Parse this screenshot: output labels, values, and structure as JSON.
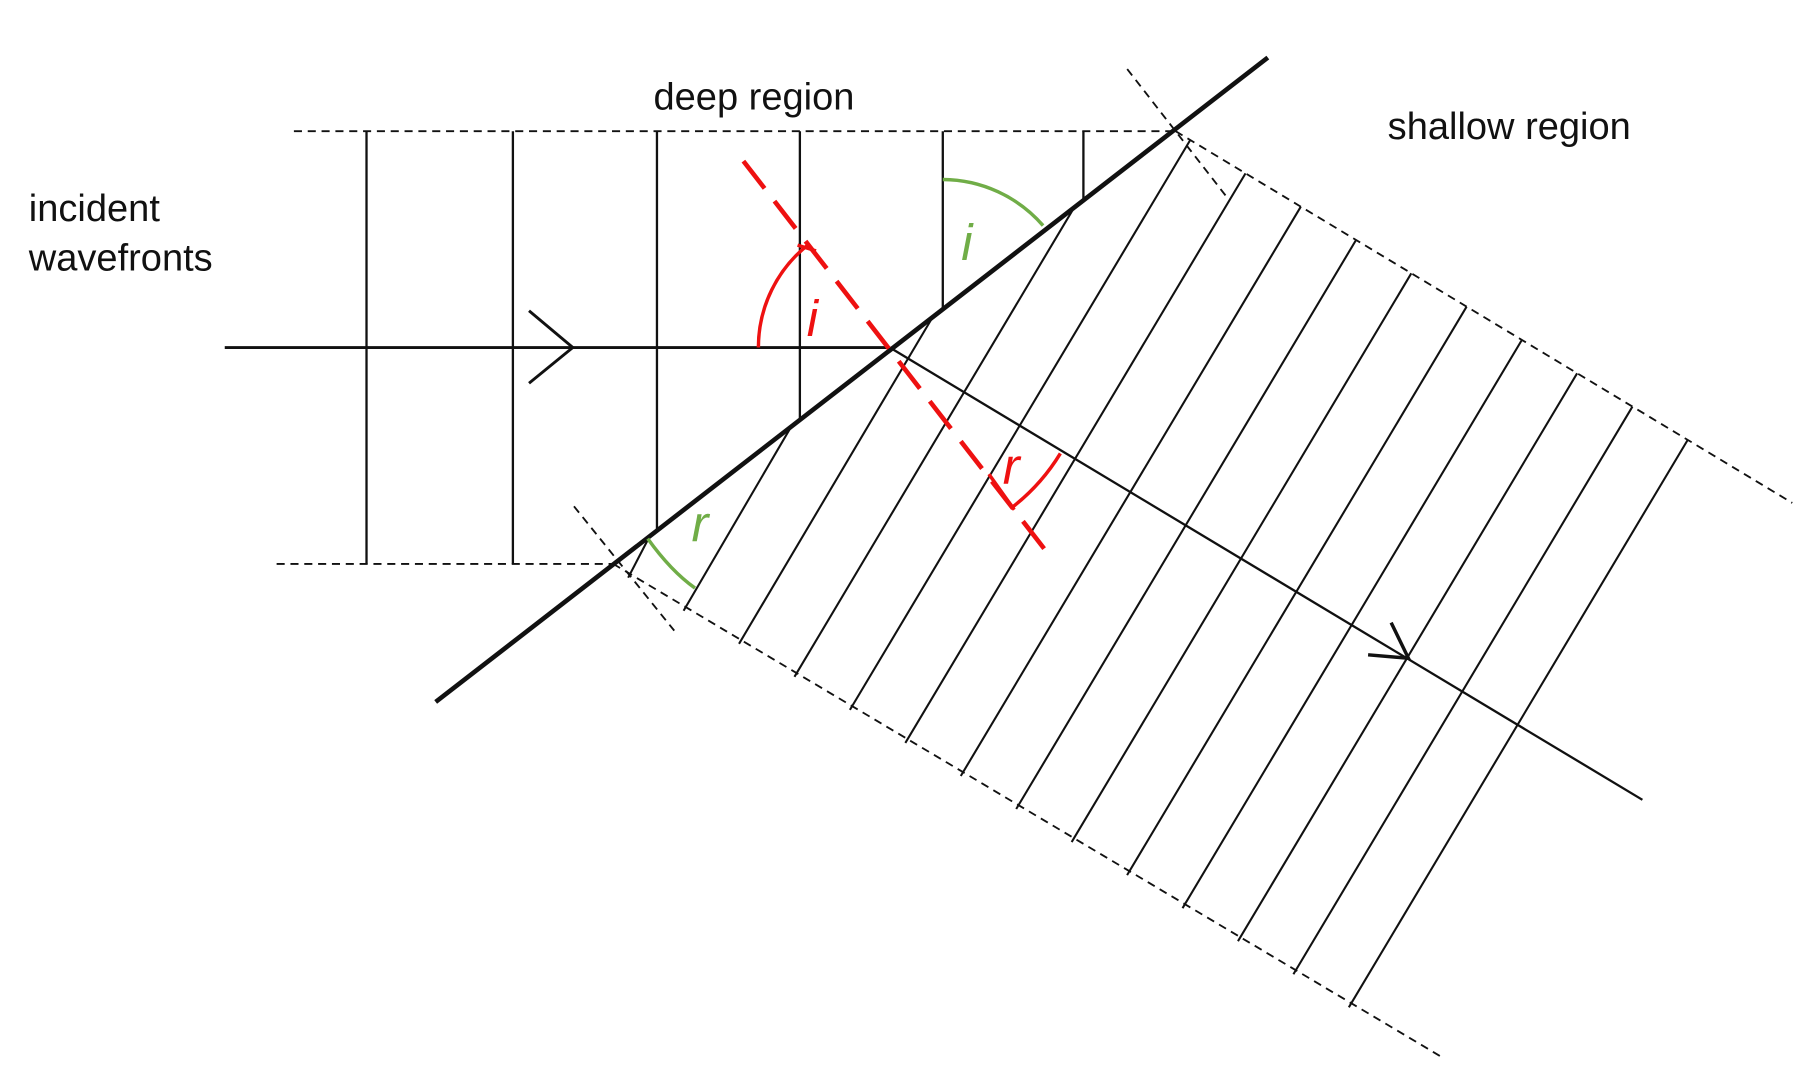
{
  "labels": {
    "deep": "deep region",
    "shallow": "shallow region",
    "incident_line1": "incident",
    "incident_line2": "wavefronts"
  },
  "angle_symbols": {
    "incidence": "i",
    "refraction": "r"
  },
  "colors": {
    "normal": "#ee1111",
    "wavefront_angle": "#70ad47",
    "lines": "#111111"
  },
  "incident_wavefront_count": 6,
  "refracted_wavefront_count": 14
}
